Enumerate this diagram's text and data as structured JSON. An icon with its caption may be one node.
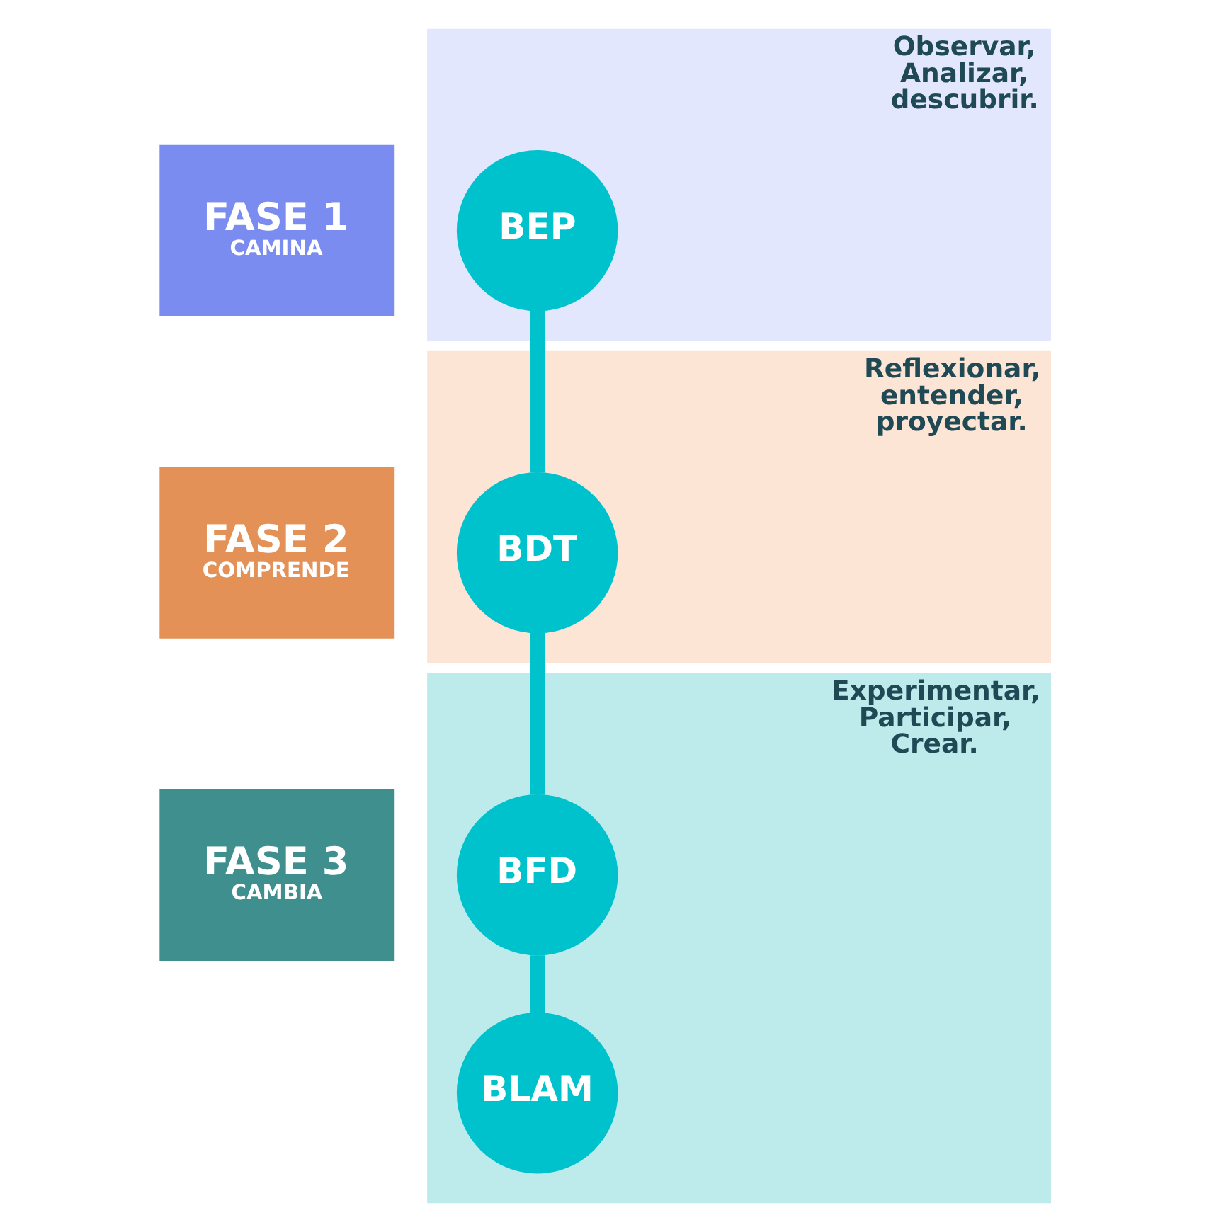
{
  "diagram": {
    "nodes": [
      {
        "text": [
          "FASE 1",
          "CAMINA"
        ]
      },
      {
        "text": [
          "Observar, Analizar, descubrir."
        ]
      },
      {
        "text": [
          "BEP"
        ],
        "in": 1
      },
      {
        "text": [
          "FASE 2",
          "COMPRENDE"
        ]
      },
      {
        "text": [
          "Reflexionar, entender, proyectar."
        ]
      },
      {
        "text": [
          "BDT"
        ],
        "in": 4
      },
      {
        "text": [
          "FASE 3",
          "CAMBIA"
        ]
      },
      {
        "text": [
          "Experimentar, Participar, Crear."
        ]
      },
      {
        "text": [
          "BFD"
        ],
        "in": 7
      },
      {
        "text": [
          "BLAM"
        ],
        "in": 7
      }
    ],
    "edges": [
      {
        "from": 2,
        "to": 5,
        "arrow": "none"
      },
      {
        "from": 5,
        "to": 8,
        "arrow": "none"
      },
      {
        "from": 8,
        "to": 9,
        "arrow": "none"
      }
    ]
  }
}
